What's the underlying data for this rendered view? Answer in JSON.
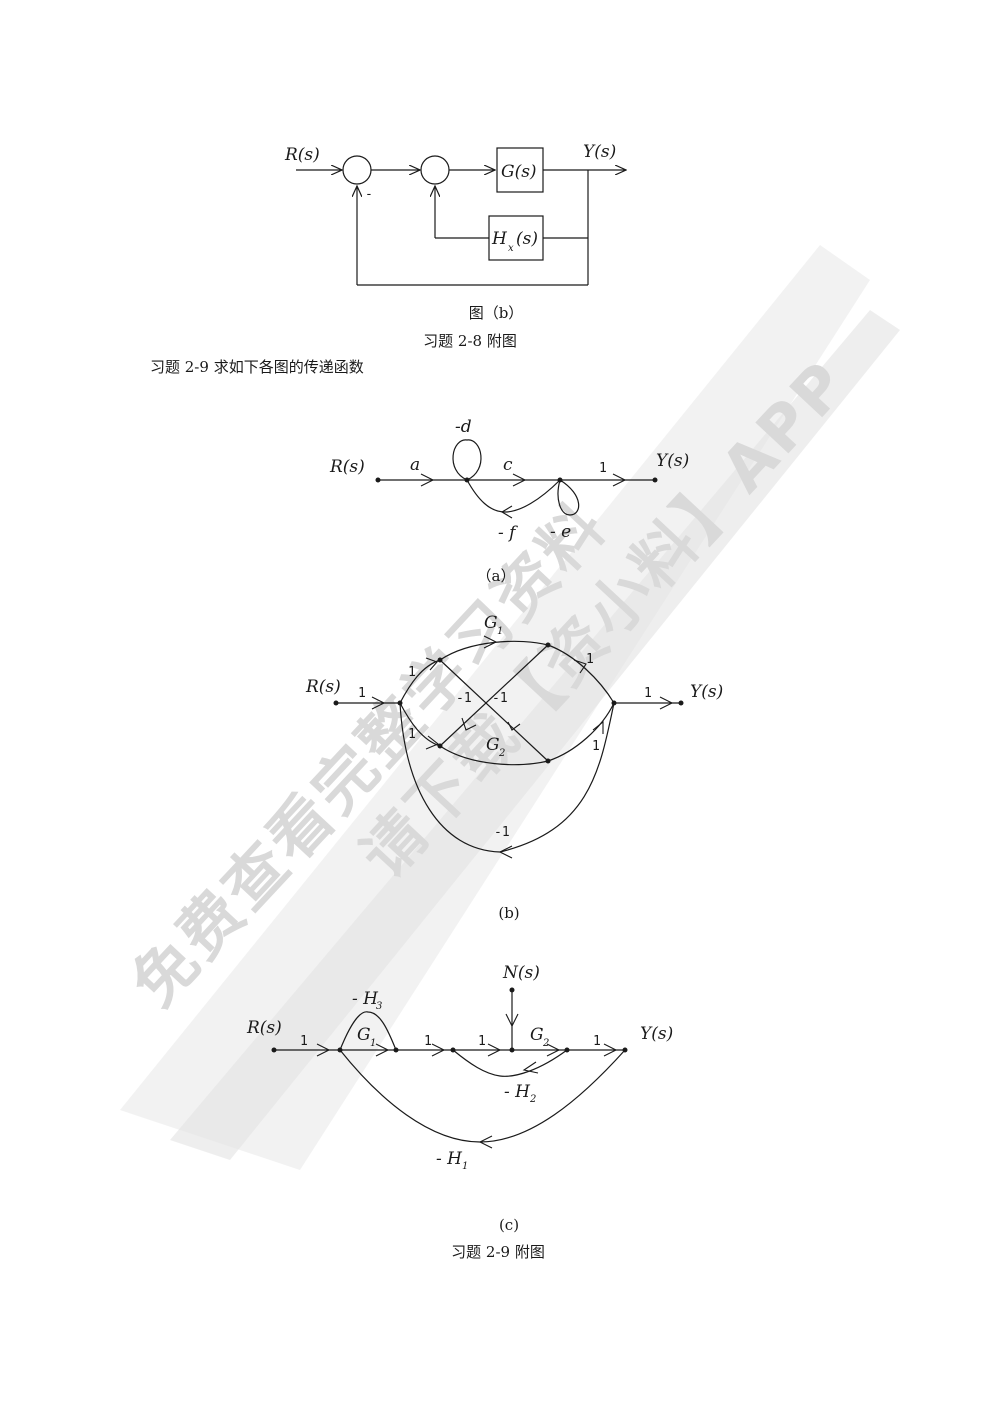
{
  "fig28": {
    "input": "R(s)",
    "output": "Y(s)",
    "minus": "-",
    "block_g": "G(s)",
    "block_h": "H",
    "block_h_sub": "x",
    "block_h_tail": "(s)",
    "subcaption": "图（b）",
    "caption": "习题 2-8 附图"
  },
  "problem": {
    "text": "习题 2-9  求如下各图的传递函数"
  },
  "fig_a": {
    "input": "R(s)",
    "output": "Y(s)",
    "a": "a",
    "c": "c",
    "one": "1",
    "d": "-d",
    "f": "- f",
    "e": "- e",
    "caption": "（a）"
  },
  "fig_b": {
    "input": "R(s)",
    "output": "Y(s)",
    "in_gain": "1",
    "out_gain": "1",
    "g1": "G",
    "g1_sub": "1",
    "g2": "G",
    "g2_sub": "2",
    "up1": "1",
    "down1": "1",
    "g1_out": "1",
    "g2_out": "1",
    "cross1": "-1",
    "cross2": "-1",
    "bottom": "-1",
    "caption": "(b)"
  },
  "fig_c": {
    "input": "R(s)",
    "output": "Y(s)",
    "noise": "N(s)",
    "one1": "1",
    "one2": "1",
    "one3": "1",
    "one4": "1",
    "g1": "G",
    "g1_sub": "1",
    "g2": "G",
    "g2_sub": "2",
    "h3": "- H",
    "h3_sub": "3",
    "h2": "- H",
    "h2_sub": "2",
    "h1": "- H",
    "h1_sub": "1",
    "caption": "(c)"
  },
  "final_caption": "习题 2-9 附图",
  "watermark": {
    "line1": "免费查看完整学习资料",
    "line2": "请下载【资小料】APP",
    "color": "#d9d9d9"
  }
}
